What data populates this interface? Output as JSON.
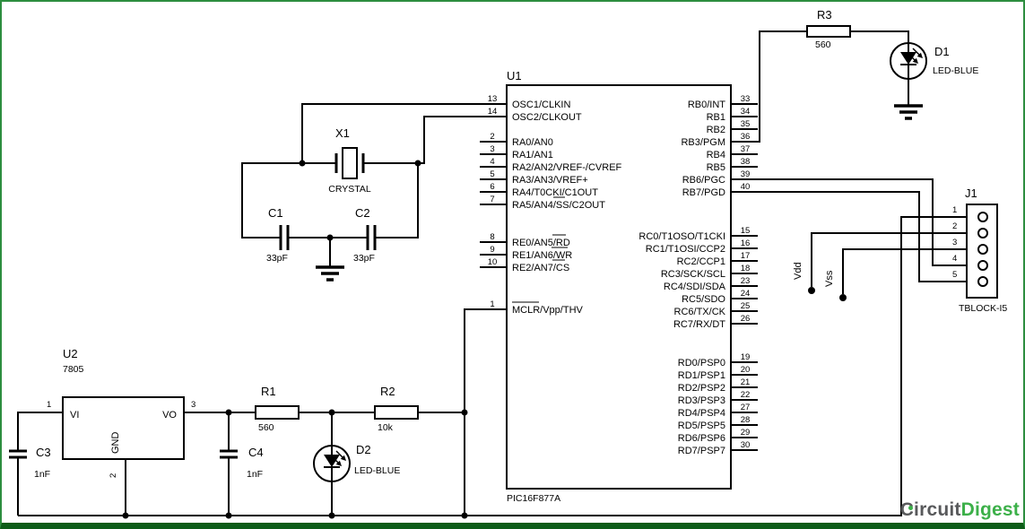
{
  "schematic": {
    "u1": {
      "ref": "U1",
      "part": "PIC16F877A",
      "left_pins": [
        {
          "num": "13",
          "name": "OSC1/CLKIN"
        },
        {
          "num": "14",
          "name": "OSC2/CLKOUT"
        },
        {
          "num": "2",
          "name": "RA0/AN0"
        },
        {
          "num": "3",
          "name": "RA1/AN1"
        },
        {
          "num": "4",
          "name": "RA2/AN2/VREF-/CVREF"
        },
        {
          "num": "5",
          "name": "RA3/AN3/VREF+"
        },
        {
          "num": "6",
          "name": "RA4/T0CKI/C1OUT"
        },
        {
          "num": "7",
          "name": "RA5/AN4/SS/C2OUT"
        },
        {
          "num": "8",
          "name": "RE0/AN5/RD"
        },
        {
          "num": "9",
          "name": "RE1/AN6/WR"
        },
        {
          "num": "10",
          "name": "RE2/AN7/CS"
        },
        {
          "num": "1",
          "name": "MCLR/Vpp/THV"
        }
      ],
      "right_pins": [
        {
          "num": "33",
          "name": "RB0/INT"
        },
        {
          "num": "34",
          "name": "RB1"
        },
        {
          "num": "35",
          "name": "RB2"
        },
        {
          "num": "36",
          "name": "RB3/PGM"
        },
        {
          "num": "37",
          "name": "RB4"
        },
        {
          "num": "38",
          "name": "RB5"
        },
        {
          "num": "39",
          "name": "RB6/PGC"
        },
        {
          "num": "40",
          "name": "RB7/PGD"
        },
        {
          "num": "15",
          "name": "RC0/T1OSO/T1CKI"
        },
        {
          "num": "16",
          "name": "RC1/T1OSI/CCP2"
        },
        {
          "num": "17",
          "name": "RC2/CCP1"
        },
        {
          "num": "18",
          "name": "RC3/SCK/SCL"
        },
        {
          "num": "23",
          "name": "RC4/SDI/SDA"
        },
        {
          "num": "24",
          "name": "RC5/SDO"
        },
        {
          "num": "25",
          "name": "RC6/TX/CK"
        },
        {
          "num": "26",
          "name": "RC7/RX/DT"
        },
        {
          "num": "19",
          "name": "RD0/PSP0"
        },
        {
          "num": "20",
          "name": "RD1/PSP1"
        },
        {
          "num": "21",
          "name": "RD2/PSP2"
        },
        {
          "num": "22",
          "name": "RD3/PSP3"
        },
        {
          "num": "27",
          "name": "RD4/PSP4"
        },
        {
          "num": "28",
          "name": "RD5/PSP5"
        },
        {
          "num": "29",
          "name": "RD6/PSP6"
        },
        {
          "num": "30",
          "name": "RD7/PSP7"
        }
      ]
    },
    "x1": {
      "ref": "X1",
      "part": "CRYSTAL"
    },
    "c1": {
      "ref": "C1",
      "value": "33pF"
    },
    "c2": {
      "ref": "C2",
      "value": "33pF"
    },
    "c3": {
      "ref": "C3",
      "value": "1nF"
    },
    "c4": {
      "ref": "C4",
      "value": "1nF"
    },
    "r1": {
      "ref": "R1",
      "value": "560"
    },
    "r2": {
      "ref": "R2",
      "value": "10k"
    },
    "r3": {
      "ref": "R3",
      "value": "560"
    },
    "d1": {
      "ref": "D1",
      "part": "LED-BLUE"
    },
    "d2": {
      "ref": "D2",
      "part": "LED-BLUE"
    },
    "u2": {
      "ref": "U2",
      "part": "7805",
      "pin_vi": "VI",
      "pin_vo": "VO",
      "pin_gnd": "GND",
      "num1": "1",
      "num2": "2",
      "num3": "3"
    },
    "j1": {
      "ref": "J1",
      "part": "TBLOCK-I5",
      "pin_numbers": [
        "1",
        "2",
        "3",
        "4",
        "5"
      ]
    },
    "net_labels": {
      "vdd": "Vdd",
      "vss": "Vss"
    }
  },
  "branding": {
    "name_part1": "Circuit",
    "name_part2": "Digest"
  },
  "colors": {
    "border_green": "#2d8e3f",
    "border_green_dark": "#0c5c18",
    "logo_gray": "#58595b",
    "logo_green": "#3cb049",
    "wire_black": "#000000"
  }
}
